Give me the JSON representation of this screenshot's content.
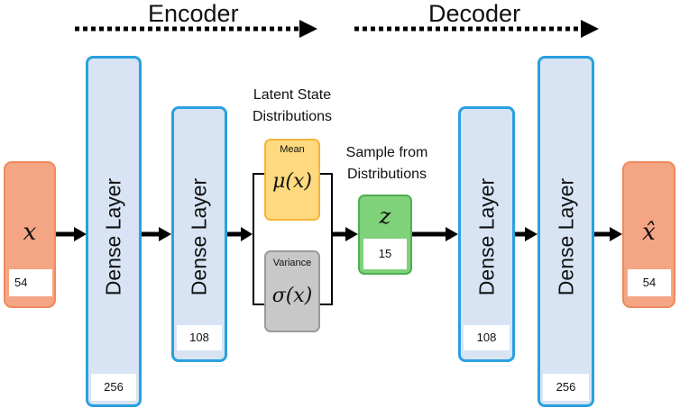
{
  "header": {
    "encoder_label": "Encoder",
    "decoder_label": "Decoder"
  },
  "annotations": {
    "latent_line1": "Latent State",
    "latent_line2": "Distributions",
    "sample_line1": "Sample from",
    "sample_line2": "Distributions"
  },
  "input": {
    "symbol": "x",
    "size": "54"
  },
  "encoder_layers": [
    {
      "label": "Dense Layer",
      "size": "256"
    },
    {
      "label": "Dense Layer",
      "size": "108"
    }
  ],
  "latent": {
    "mean": {
      "title": "Mean",
      "symbol": "μ(x)"
    },
    "variance": {
      "title": "Variance",
      "symbol": "σ(x)"
    }
  },
  "sample": {
    "symbol": "z",
    "size": "15"
  },
  "decoder_layers": [
    {
      "label": "Dense Layer",
      "size": "108"
    },
    {
      "label": "Dense Layer",
      "size": "256"
    }
  ],
  "output": {
    "symbol": "x̂",
    "size": "54"
  },
  "colors": {
    "io_fill": "#f4a584",
    "dense_fill": "#d8e4f4",
    "dense_border": "#2aa0e0",
    "mean_fill": "#ffd980",
    "variance_fill": "#c8c8c8",
    "sample_fill": "#7fd17a"
  }
}
